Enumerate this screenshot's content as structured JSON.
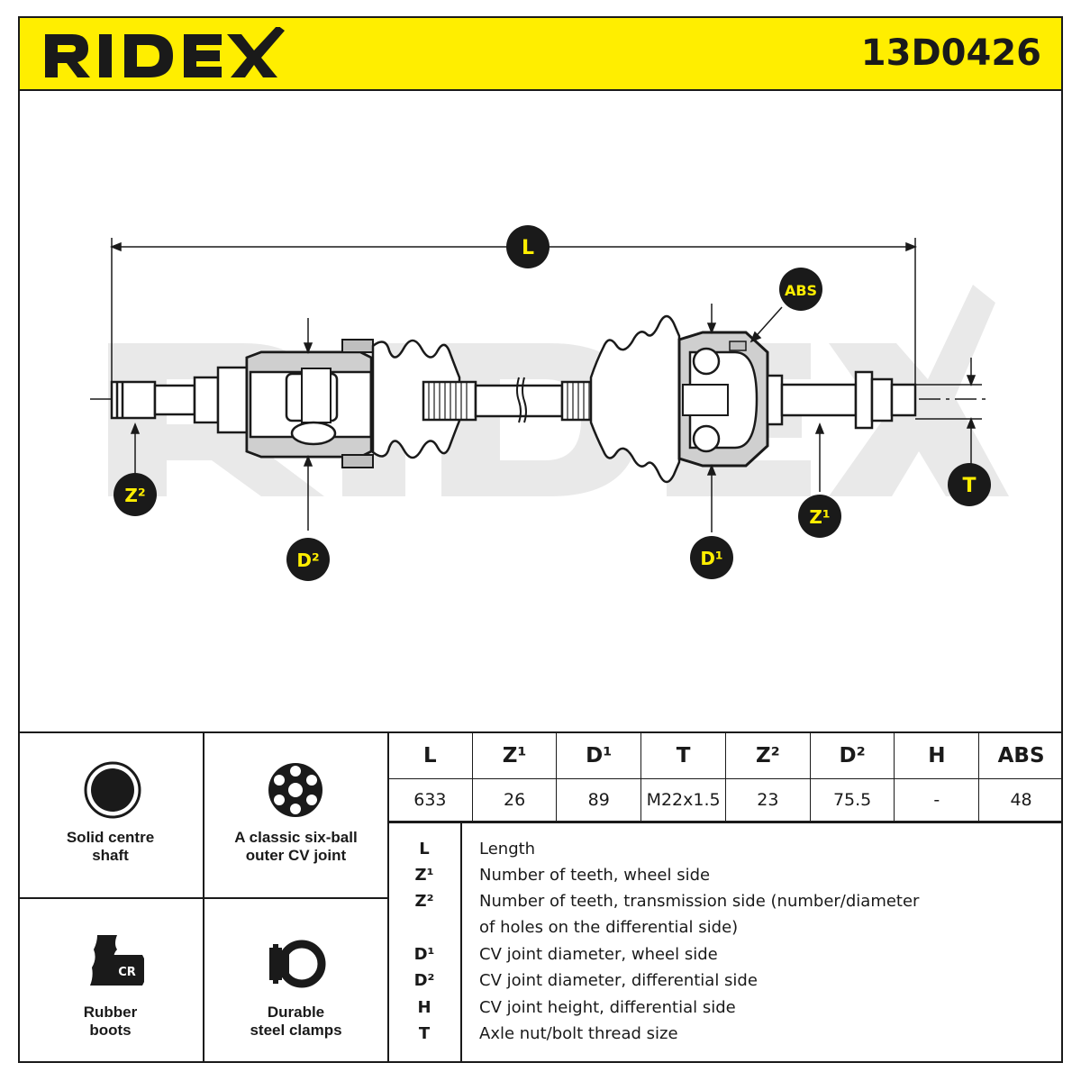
{
  "header": {
    "brand": "RIDEX",
    "part_number": "13D0426",
    "accent_color": "#ffee00"
  },
  "drawing": {
    "callouts": {
      "L": "L",
      "ABS": "ABS",
      "Z2": "Z²",
      "D2": "D²",
      "D1": "D¹",
      "Z1": "Z¹",
      "T": "T"
    },
    "watermark": "RIDEX"
  },
  "features": [
    {
      "icon": "solid-shaft-icon",
      "label": "Solid centre\nshaft"
    },
    {
      "icon": "six-ball-cv-joint-icon",
      "label": "A classic six-ball\nouter CV joint"
    },
    {
      "icon": "rubber-boot-cr-icon",
      "label": "Rubber\nboots",
      "icon_text": "CR"
    },
    {
      "icon": "steel-clamp-icon",
      "label": "Durable\nsteel clamps"
    }
  ],
  "spec_table": {
    "headers": [
      "L",
      "Z¹",
      "D¹",
      "T",
      "Z²",
      "D²",
      "H",
      "ABS"
    ],
    "values": [
      "633",
      "26",
      "89",
      "M22x1.5",
      "23",
      "75.5",
      "-",
      "48"
    ]
  },
  "legend": [
    {
      "key": "L",
      "desc": "Length"
    },
    {
      "key": "Z¹",
      "desc": "Number of teeth, wheel side"
    },
    {
      "key": "Z²",
      "desc": "Number of teeth, transmission side (number/diameter"
    },
    {
      "key": "",
      "desc": "of holes on the differential side)"
    },
    {
      "key": "D¹",
      "desc": "CV joint diameter, wheel side"
    },
    {
      "key": "D²",
      "desc": "CV joint diameter, differential side"
    },
    {
      "key": "H",
      "desc": "CV joint height, differential side"
    },
    {
      "key": "T",
      "desc": "Axle nut/bolt thread size"
    }
  ]
}
